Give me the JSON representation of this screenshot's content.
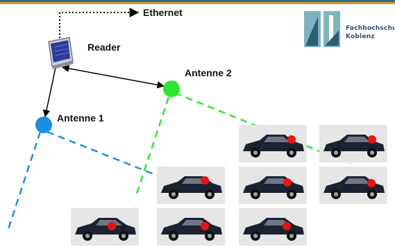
{
  "labels": {
    "ethernet": "Ethernet",
    "reader": "Reader",
    "antenna1": "Antenne 1",
    "antenna2": "Antenne 2"
  },
  "logo": {
    "line1": "Fachhochschule",
    "line2": "Koblenz"
  },
  "colors": {
    "antenna1": "#1a8fe3",
    "antenna2": "#2ee62e",
    "tag": "#ee1111",
    "header_band": "#2f6d85",
    "header_stripe": "#d89a2a"
  },
  "icons": {
    "reader": "rfid-reader-device-icon",
    "antenna": "antenna-circle-icon",
    "car": "car-photo-icon",
    "tag": "rfid-tag-dot-icon"
  }
}
